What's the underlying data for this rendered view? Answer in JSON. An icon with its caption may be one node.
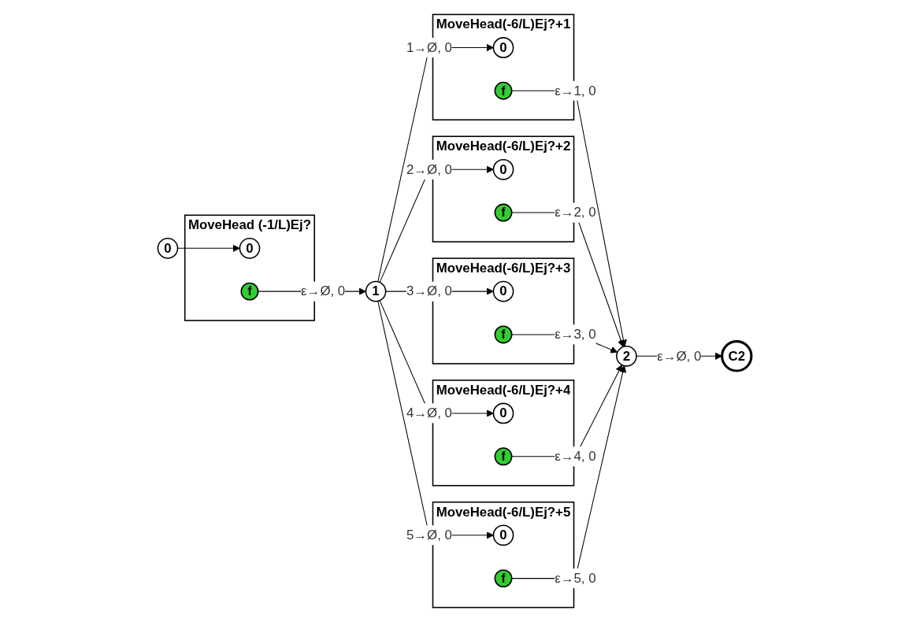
{
  "diagram": {
    "nodes": [
      {
        "text": [
          "0"
        ]
      },
      {
        "text": [
          "MoveHead (-1/L)Ej?"
        ]
      },
      {
        "text": [
          "0"
        ],
        "in": 1
      },
      {
        "text": [
          "f"
        ],
        "in": 1
      },
      {
        "text": [
          "1"
        ]
      },
      {
        "text": [
          "MoveHead(-6/L)Ej?+1"
        ]
      },
      {
        "text": [
          "0"
        ],
        "in": 5
      },
      {
        "text": [
          "f"
        ],
        "in": 5
      },
      {
        "text": [
          "MoveHead(-6/L)Ej?+2"
        ]
      },
      {
        "text": [
          "0"
        ],
        "in": 8
      },
      {
        "text": [
          "f"
        ],
        "in": 8
      },
      {
        "text": [
          "MoveHead(-6/L)Ej?+3"
        ]
      },
      {
        "text": [
          "0"
        ],
        "in": 11
      },
      {
        "text": [
          "f"
        ],
        "in": 11
      },
      {
        "text": [
          "MoveHead(-6/L)Ej?+4"
        ]
      },
      {
        "text": [
          "0"
        ],
        "in": 14
      },
      {
        "text": [
          "f"
        ],
        "in": 14
      },
      {
        "text": [
          "MoveHead(-6/L)Ej?+5"
        ]
      },
      {
        "text": [
          "0"
        ],
        "in": 17
      },
      {
        "text": [
          "f"
        ],
        "in": 17
      },
      {
        "text": [
          "2"
        ]
      },
      {
        "text": [
          "C2"
        ]
      }
    ],
    "edges": [
      {
        "from": 0,
        "to": 2,
        "arrow": "to"
      },
      {
        "from": 3,
        "to": 4,
        "arrow": "to",
        "label": "ε→Ø, 0"
      },
      {
        "from": 4,
        "to": 6,
        "arrow": "to",
        "label": "1→Ø, 0"
      },
      {
        "from": 4,
        "to": 9,
        "arrow": "to",
        "label": "2→Ø, 0"
      },
      {
        "from": 4,
        "to": 12,
        "arrow": "to",
        "label": "3→Ø, 0"
      },
      {
        "from": 4,
        "to": 15,
        "arrow": "to",
        "label": "4→Ø, 0"
      },
      {
        "from": 4,
        "to": 18,
        "arrow": "to",
        "label": "5→Ø, 0"
      },
      {
        "from": 7,
        "to": 20,
        "arrow": "to",
        "label": "ε→1, 0"
      },
      {
        "from": 10,
        "to": 20,
        "arrow": "to",
        "label": "ε→2, 0"
      },
      {
        "from": 13,
        "to": 20,
        "arrow": "to",
        "label": "ε→3, 0"
      },
      {
        "from": 16,
        "to": 20,
        "arrow": "to",
        "label": "ε→4, 0"
      },
      {
        "from": 19,
        "to": 20,
        "arrow": "to",
        "label": "ε→5, 0"
      },
      {
        "from": 20,
        "to": 21,
        "arrow": "to",
        "label": "ε→Ø, 0"
      }
    ]
  }
}
